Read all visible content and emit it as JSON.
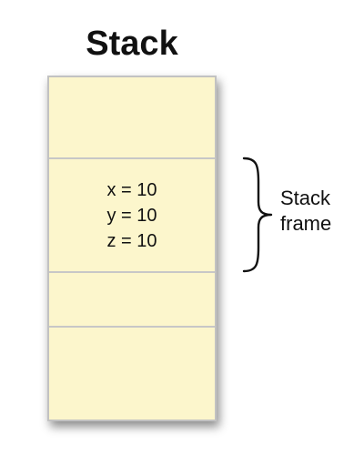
{
  "title": "Stack",
  "stack_frame": {
    "variables": [
      "x = 10",
      "y = 10",
      "z = 10"
    ],
    "label_line1": "Stack",
    "label_line2": "frame"
  },
  "colors": {
    "cell_fill": "#fcf6cc",
    "cell_border": "#c7c7c7",
    "text": "#111111"
  },
  "icons": {
    "brace": "right-curly-brace"
  }
}
